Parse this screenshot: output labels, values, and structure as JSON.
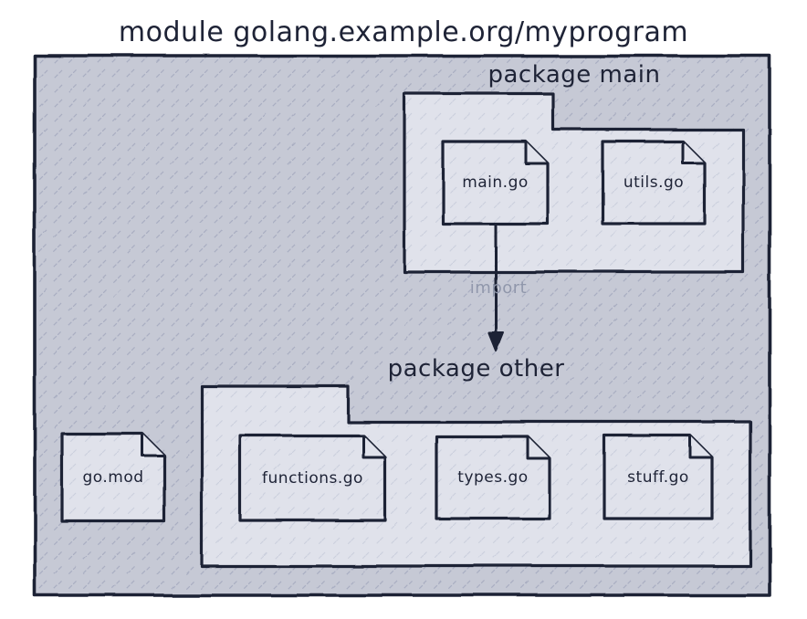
{
  "title": "module golang.example.org/myprogram",
  "packages": [
    {
      "name": "package main",
      "files": [
        "main.go",
        "utils.go"
      ]
    },
    {
      "name": "package other",
      "files": [
        "functions.go",
        "types.go",
        "stuff.go"
      ]
    }
  ],
  "root_files": [
    "go.mod"
  ],
  "edge": {
    "label": "import",
    "from": "main.go",
    "to": "package other"
  },
  "icons": {
    "file": "document-dogear-icon",
    "package": "folder-tab-shape",
    "edge": "down-arrow-icon"
  },
  "colors": {
    "background": "#ffffff",
    "stroke": "#1e2336",
    "label": "#1e2336",
    "muted_label": "#9097ab",
    "module_fill": "#c6c9d5",
    "surface_fill": "#e0e2eb",
    "hatch_dark": "#a9aec2",
    "hatch_light": "#cbcfdd"
  }
}
